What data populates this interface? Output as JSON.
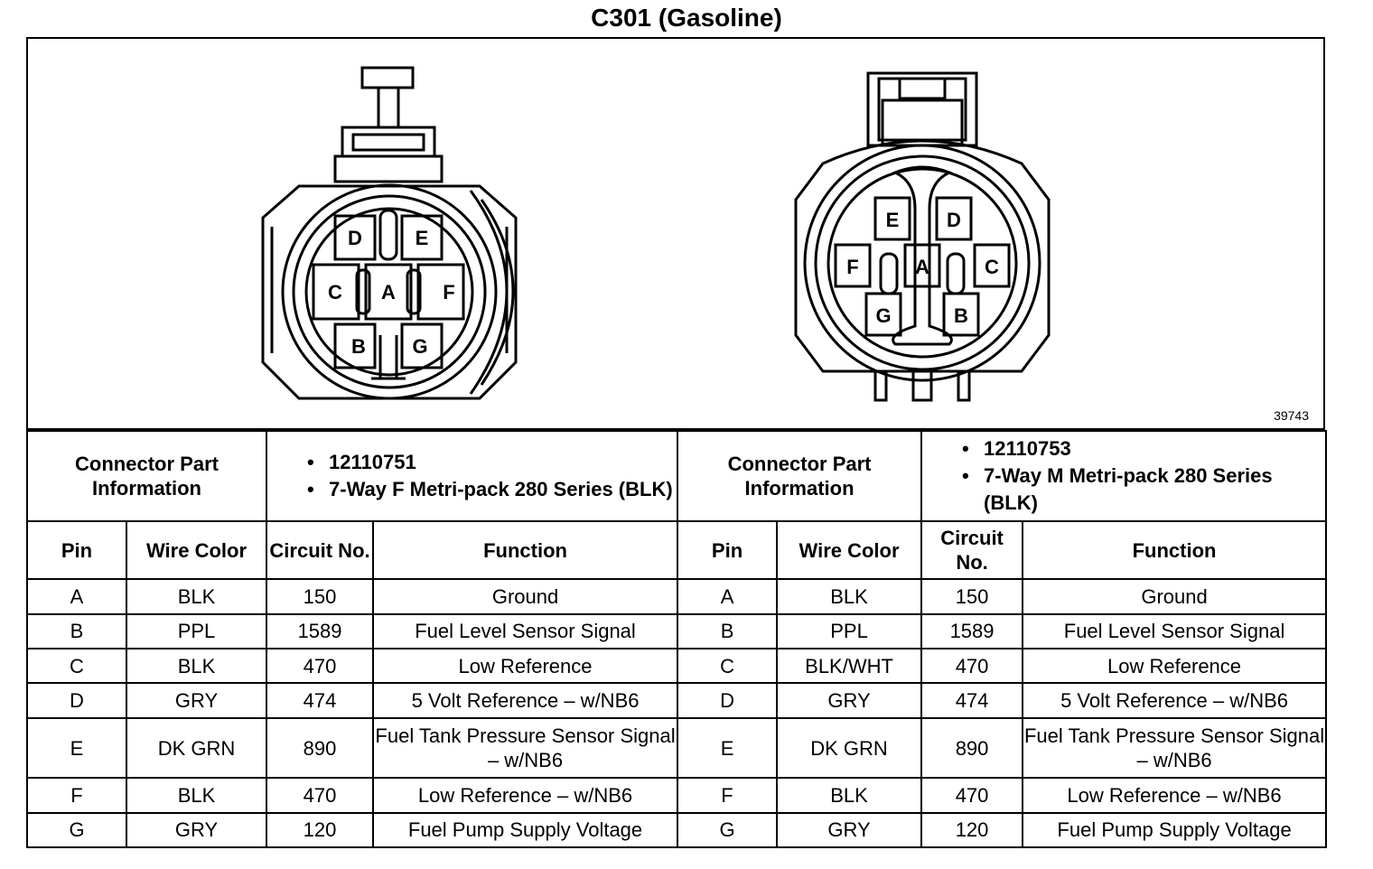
{
  "title": "C301 (Gasoline)",
  "figure_number": "39743",
  "connectors": [
    {
      "part_label": "Connector Part Information",
      "part_info": [
        "12110751",
        "7-Way F Metri-pack 280 Series (BLK)"
      ],
      "cavity_labels": [
        "D",
        "E",
        "C",
        "A",
        "F",
        "B",
        "G"
      ],
      "headers": {
        "pin": "Pin",
        "wire_color": "Wire Color",
        "circuit": "Circuit No.",
        "function": "Function"
      },
      "rows": [
        {
          "pin": "A",
          "wire_color": "BLK",
          "circuit": "150",
          "function": "Ground"
        },
        {
          "pin": "B",
          "wire_color": "PPL",
          "circuit": "1589",
          "function": "Fuel Level Sensor Signal"
        },
        {
          "pin": "C",
          "wire_color": "BLK",
          "circuit": "470",
          "function": "Low Reference"
        },
        {
          "pin": "D",
          "wire_color": "GRY",
          "circuit": "474",
          "function": "5 Volt Reference – w/NB6"
        },
        {
          "pin": "E",
          "wire_color": "DK GRN",
          "circuit": "890",
          "function": "Fuel Tank Pressure Sensor Signal – w/NB6"
        },
        {
          "pin": "F",
          "wire_color": "BLK",
          "circuit": "470",
          "function": "Low Reference – w/NB6"
        },
        {
          "pin": "G",
          "wire_color": "GRY",
          "circuit": "120",
          "function": "Fuel Pump Supply Voltage"
        }
      ]
    },
    {
      "part_label": "Connector Part Information",
      "part_info": [
        "12110753",
        "7-Way M Metri-pack 280 Series (BLK)"
      ],
      "cavity_labels": [
        "E",
        "D",
        "F",
        "A",
        "C",
        "G",
        "B"
      ],
      "headers": {
        "pin": "Pin",
        "wire_color": "Wire Color",
        "circuit": "Circuit No.",
        "function": "Function"
      },
      "rows": [
        {
          "pin": "A",
          "wire_color": "BLK",
          "circuit": "150",
          "function": "Ground"
        },
        {
          "pin": "B",
          "wire_color": "PPL",
          "circuit": "1589",
          "function": "Fuel Level Sensor Signal"
        },
        {
          "pin": "C",
          "wire_color": "BLK/WHT",
          "circuit": "470",
          "function": "Low Reference"
        },
        {
          "pin": "D",
          "wire_color": "GRY",
          "circuit": "474",
          "function": "5 Volt Reference – w/NB6"
        },
        {
          "pin": "E",
          "wire_color": "DK GRN",
          "circuit": "890",
          "function": "Fuel Tank Pressure Sensor Signal – w/NB6"
        },
        {
          "pin": "F",
          "wire_color": "BLK",
          "circuit": "470",
          "function": "Low Reference – w/NB6"
        },
        {
          "pin": "G",
          "wire_color": "GRY",
          "circuit": "120",
          "function": "Fuel Pump Supply Voltage"
        }
      ]
    }
  ]
}
